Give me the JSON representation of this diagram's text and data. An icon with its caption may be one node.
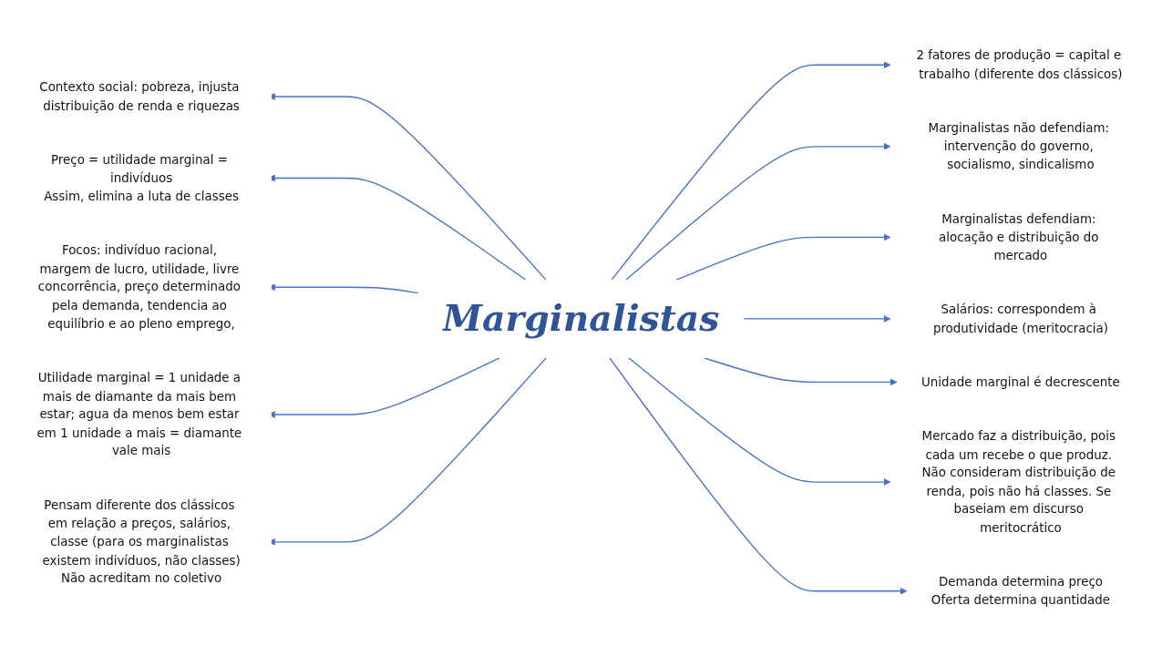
{
  "diagram": {
    "nodes": [
      {
        "text": [
          "Marginalistas"
        ]
      },
      {
        "text": [
          "Contexto social: pobreza, injusta distribuição de renda e riquezas"
        ]
      },
      {
        "text": [
          "Preço = utilidade marginal = indivíduos",
          "Assim, elimina a luta de classes"
        ]
      },
      {
        "text": [
          "Focos: indivíduo racional, margem de lucro, utilidade, livre concorrência, preço determinado pela demanda, tendencia ao equilíbrio e ao pleno emprego,"
        ]
      },
      {
        "text": [
          "Utilidade marginal = 1 unidade a mais de diamante da mais bem estar; agua da menos bem estar em 1 unidade a mais = diamante vale mais"
        ]
      },
      {
        "text": [
          "Pensam diferente dos clássicos em relação a preços, salários, classe (para os marginalistas existem indivíduos, não classes)",
          "Não acreditam no coletivo"
        ]
      },
      {
        "text": [
          "2 fatores de produção = capital e trabalho (diferente dos clássicos)"
        ]
      },
      {
        "text": [
          "Marginalistas não defendiam: intervenção do governo, socialismo, sindicalismo"
        ]
      },
      {
        "text": [
          "Marginalistas defendiam: alocação e distribuição do mercado"
        ]
      },
      {
        "text": [
          "Salários: correspondem à produtividade (meritocracia)"
        ]
      },
      {
        "text": [
          "Unidade marginal é decrescente"
        ]
      },
      {
        "text": [
          "Mercado faz a distribuição, pois cada um recebe o que produz. Não consideram distribuição de renda, pois não há classes. Se baseiam em discurso meritocrático"
        ]
      },
      {
        "text": [
          "Demanda determina preço",
          "Oferta determina quantidade"
        ]
      }
    ],
    "edges": [
      {
        "from": 0,
        "to": 1,
        "arrow": "to"
      },
      {
        "from": 0,
        "to": 2,
        "arrow": "to"
      },
      {
        "from": 0,
        "to": 3,
        "arrow": "to"
      },
      {
        "from": 0,
        "to": 4,
        "arrow": "to"
      },
      {
        "from": 0,
        "to": 5,
        "arrow": "to"
      },
      {
        "from": 0,
        "to": 6,
        "arrow": "to"
      },
      {
        "from": 0,
        "to": 7,
        "arrow": "to"
      },
      {
        "from": 0,
        "to": 8,
        "arrow": "to"
      },
      {
        "from": 0,
        "to": 9,
        "arrow": "to"
      },
      {
        "from": 0,
        "to": 10,
        "arrow": "to"
      },
      {
        "from": 0,
        "to": 11,
        "arrow": "to"
      },
      {
        "from": 0,
        "to": 12,
        "arrow": "to"
      }
    ]
  }
}
